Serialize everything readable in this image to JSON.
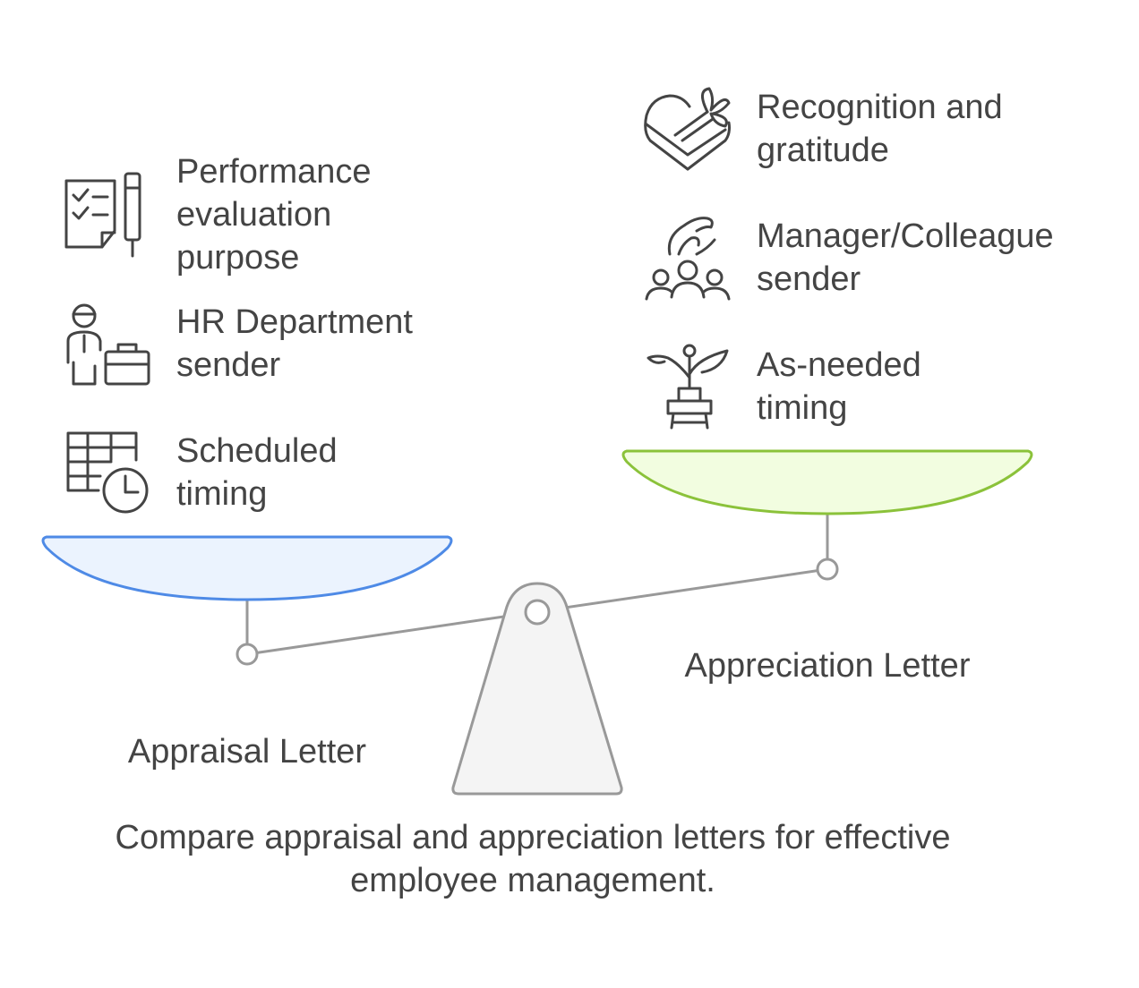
{
  "left": {
    "label": "Appraisal Letter",
    "items": [
      {
        "text": "Performance\nevaluation\npurpose",
        "icon": "checklist-pen-icon"
      },
      {
        "text": "HR Department\nsender",
        "icon": "person-briefcase-icon"
      },
      {
        "text": "Scheduled\ntiming",
        "icon": "calendar-clock-icon"
      }
    ],
    "pan_fill": "#ebf3fe",
    "pan_stroke": "#4e8ae6"
  },
  "right": {
    "label": "Appreciation Letter",
    "items": [
      {
        "text": "Recognition and\ngratitude",
        "icon": "heart-gift-icon"
      },
      {
        "text": "Manager/Colleague\nsender",
        "icon": "team-hand-icon"
      },
      {
        "text": "As-needed\ntiming",
        "icon": "plant-pot-icon"
      }
    ],
    "pan_fill": "#f2fde0",
    "pan_stroke": "#8bc23a"
  },
  "caption": "Compare appraisal and appreciation letters for effective\nemployee management."
}
